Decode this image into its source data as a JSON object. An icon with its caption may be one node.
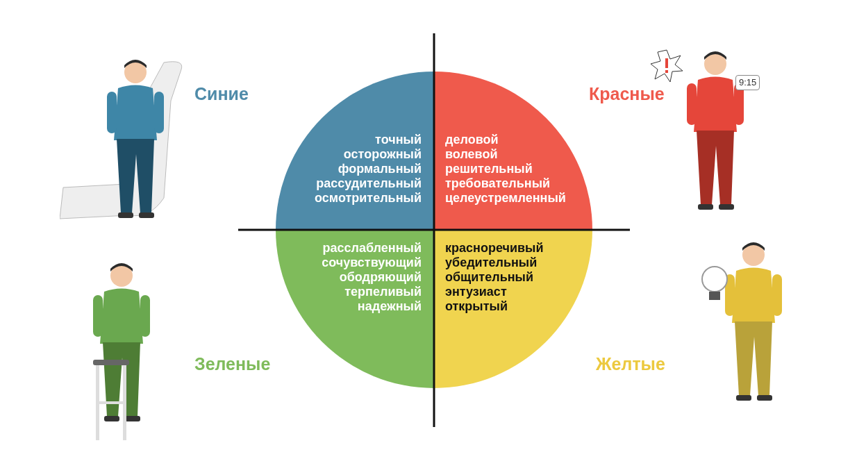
{
  "diagram": {
    "nodes": [
      {
        "text": [
          "точный",
          "осторожный",
          "формальный",
          "рассудительный",
          "осмотрительный"
        ],
        "beside": [
          "Синие"
        ]
      },
      {
        "text": [
          "деловой",
          "волевой",
          "решительный",
          "требовательный",
          "целеустремленный"
        ],
        "beside": [
          "Красные"
        ]
      },
      {
        "text": [
          "расслабленный",
          "сочувствующий",
          "ободряющий",
          "терпеливый",
          "надежный"
        ],
        "beside": [
          "Зеленые"
        ]
      },
      {
        "text": [
          "красноречивый",
          "убедительный",
          "общительный",
          "энтузиаст",
          "открытый"
        ],
        "beside": [
          "Желтые"
        ]
      }
    ],
    "labels": [
      "9:15"
    ]
  }
}
